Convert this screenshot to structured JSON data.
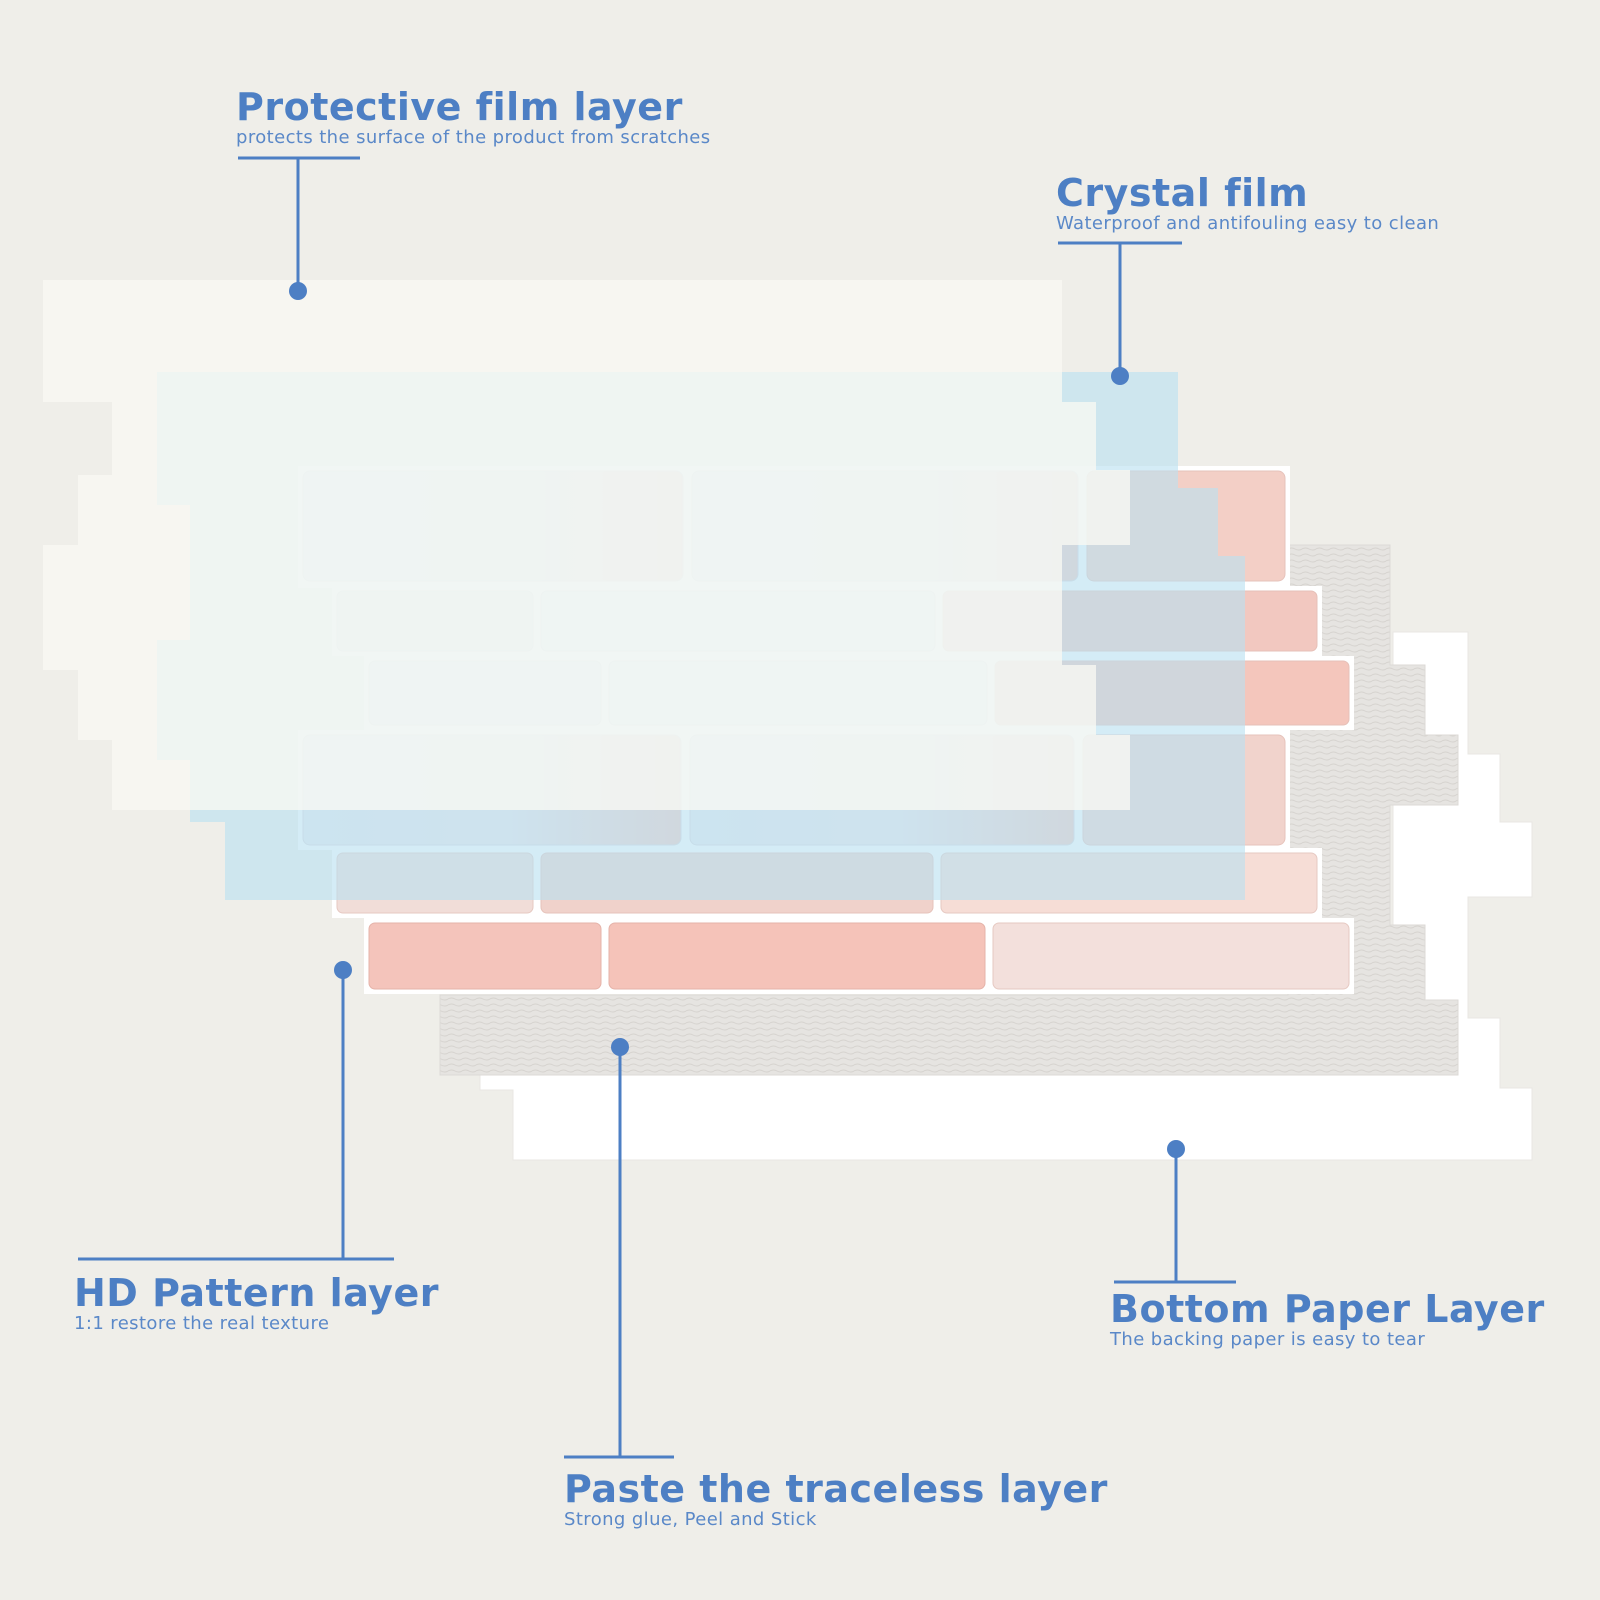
{
  "colors": {
    "accent": "#4d7fc4",
    "background": "#efeee9",
    "protective_film": "#f7f7f2",
    "crystal_film": "#bfe3f1",
    "tile_pink": "#f4c4bb",
    "tile_white": "#e9e8ed",
    "traceless_layer": "#e4e2df",
    "bottom_paper": "#ffffff"
  },
  "labels": {
    "protective": {
      "title": "Protective film layer",
      "subtitle": "protects the surface of the product from scratches"
    },
    "crystal": {
      "title": "Crystal film",
      "subtitle": "Waterproof and antifouling easy to clean"
    },
    "hd_pattern": {
      "title": "HD Pattern layer",
      "subtitle": "1:1 restore the real texture"
    },
    "traceless": {
      "title": "Paste the traceless layer",
      "subtitle": "Strong glue, Peel and Stick"
    },
    "bottom_paper": {
      "title": "Bottom Paper Layer",
      "subtitle": "The backing paper is easy to tear"
    }
  }
}
